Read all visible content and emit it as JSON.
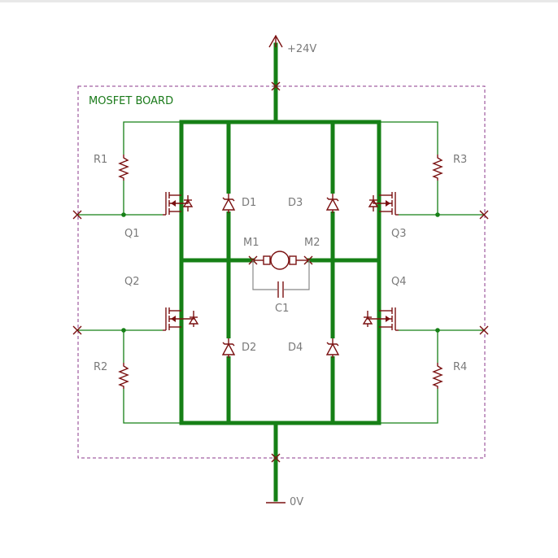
{
  "diagram": {
    "board_label": "MOSFET BOARD",
    "supply_label": "+24V",
    "ground_label": "0V",
    "resistors": [
      "R1",
      "R2",
      "R3",
      "R4"
    ],
    "transistors": [
      "Q1",
      "Q2",
      "Q3",
      "Q4"
    ],
    "diodes": [
      "D1",
      "D2",
      "D3",
      "D4"
    ],
    "motor_pins": [
      "M1",
      "M2"
    ],
    "capacitor": "C1"
  },
  "colors": {
    "wire": "#168016",
    "component": "#7a1010",
    "board_border": "#8b3a8b",
    "label_text": "#7a7a7a",
    "board_label_text": "#1a7a1a"
  }
}
